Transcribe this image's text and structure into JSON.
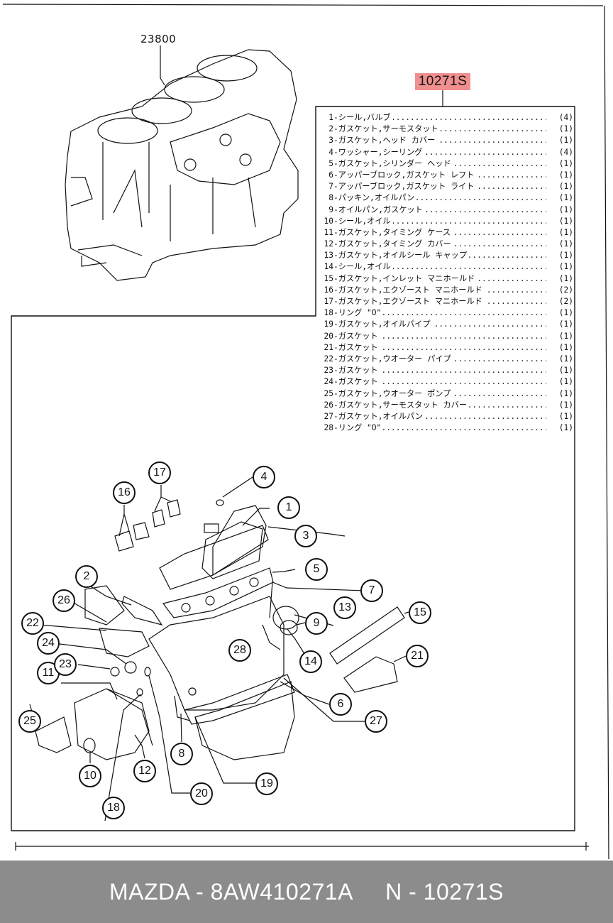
{
  "assembly_part_number": "23800",
  "kit_number": "10271S",
  "footer": {
    "brand": "MAZDA",
    "part_code": "8AW410271A",
    "kit_ref": "N - 10271S"
  },
  "parts": [
    {
      "no": "1",
      "name": "シール,バルブ",
      "qty": "(4)"
    },
    {
      "no": "2",
      "name": "ガスケット,サーモスタット",
      "qty": "(1)"
    },
    {
      "no": "3",
      "name": "ガスケット,ヘッド カバー",
      "qty": "(1)"
    },
    {
      "no": "4",
      "name": "ワッシャー,シーリング",
      "qty": "(4)"
    },
    {
      "no": "5",
      "name": "ガスケット,シリンダー ヘッド",
      "qty": "(1)"
    },
    {
      "no": "6",
      "name": "アッパーブロック,ガスケット レフト",
      "qty": "(1)"
    },
    {
      "no": "7",
      "name": "アッパーブロック,ガスケット ライト",
      "qty": "(1)"
    },
    {
      "no": "8",
      "name": "パッキン,オイルパン",
      "qty": "(1)"
    },
    {
      "no": "9",
      "name": "オイルパン,ガスケット",
      "qty": "(1)"
    },
    {
      "no": "10",
      "name": "シール,オイル",
      "qty": "(1)"
    },
    {
      "no": "11",
      "name": "ガスケット,タイミング ケース",
      "qty": "(1)"
    },
    {
      "no": "12",
      "name": "ガスケット,タイミング カバー",
      "qty": "(1)"
    },
    {
      "no": "13",
      "name": "ガスケット,オイルシール キャップ",
      "qty": "(1)"
    },
    {
      "no": "14",
      "name": "シール,オイル",
      "qty": "(1)"
    },
    {
      "no": "15",
      "name": "ガスケット,インレット マニホールド",
      "qty": "(1)"
    },
    {
      "no": "16",
      "name": "ガスケット,エクゾースト マニホールド",
      "qty": "(2)"
    },
    {
      "no": "17",
      "name": "ガスケット,エクゾースト マニホールド",
      "qty": "(2)"
    },
    {
      "no": "18",
      "name": "リング \"O\"",
      "qty": "(1)"
    },
    {
      "no": "19",
      "name": "ガスケット,オイルパイプ",
      "qty": "(1)"
    },
    {
      "no": "20",
      "name": "ガスケット",
      "qty": "(1)"
    },
    {
      "no": "21",
      "name": "ガスケット",
      "qty": "(1)"
    },
    {
      "no": "22",
      "name": "ガスケット,ウオーター パイプ",
      "qty": "(1)"
    },
    {
      "no": "23",
      "name": "ガスケット",
      "qty": "(1)"
    },
    {
      "no": "24",
      "name": "ガスケット",
      "qty": "(1)"
    },
    {
      "no": "25",
      "name": "ガスケット,ウオーター ポンプ",
      "qty": "(1)"
    },
    {
      "no": "26",
      "name": "ガスケット,サーモスタット カバー",
      "qty": "(1)"
    },
    {
      "no": "27",
      "name": "ガスケット,オイルパン",
      "qty": "(1)"
    },
    {
      "no": "28",
      "name": "リング \"O\"",
      "qty": "(1)"
    }
  ],
  "callouts": [
    "1",
    "2",
    "3",
    "4",
    "5",
    "6",
    "7",
    "8",
    "9",
    "10",
    "11",
    "12",
    "13",
    "14",
    "15",
    "16",
    "17",
    "18",
    "19",
    "20",
    "21",
    "22",
    "23",
    "24",
    "25",
    "26",
    "27",
    "28"
  ]
}
